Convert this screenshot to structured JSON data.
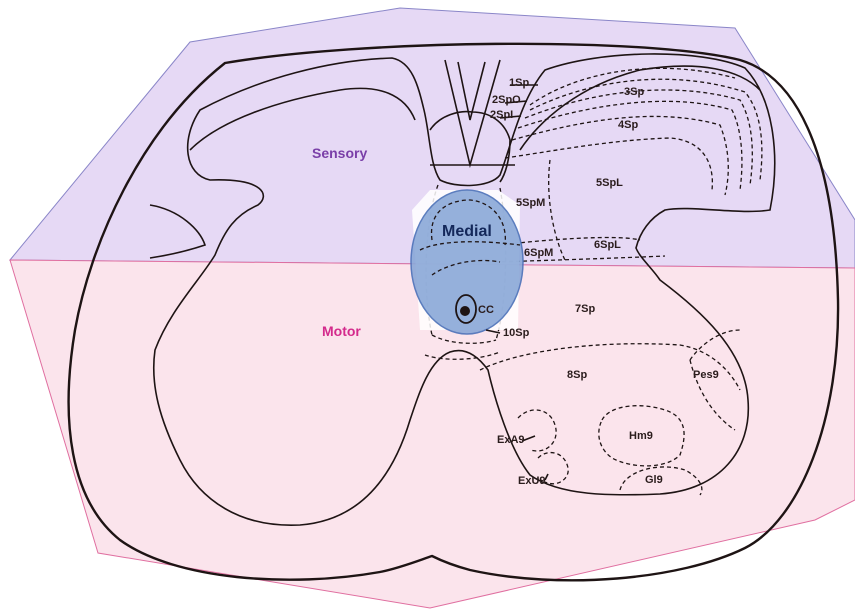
{
  "regions": {
    "sensory": {
      "label": "Sensory",
      "color": "#7a3fa8"
    },
    "motor": {
      "label": "Motor",
      "color": "#d42a8c"
    },
    "medial": {
      "label": "Medial",
      "color": "#14285a"
    }
  },
  "laminae": {
    "l1sp": "1Sp",
    "l2spo": "2SpO",
    "l2spi": "2SpI",
    "l3sp": "3Sp",
    "l4sp": "4Sp",
    "l5spl": "5SpL",
    "l5spm": "5SpM",
    "l6spm": "6SpM",
    "l6spl": "6SpL",
    "l7sp": "7Sp",
    "l8sp": "8Sp",
    "l10sp": "10Sp",
    "cc": "CC",
    "pes9": "Pes9",
    "hm9": "Hm9",
    "exa9": "ExA9",
    "exu9": "ExU9",
    "gl9": "Gl9"
  }
}
